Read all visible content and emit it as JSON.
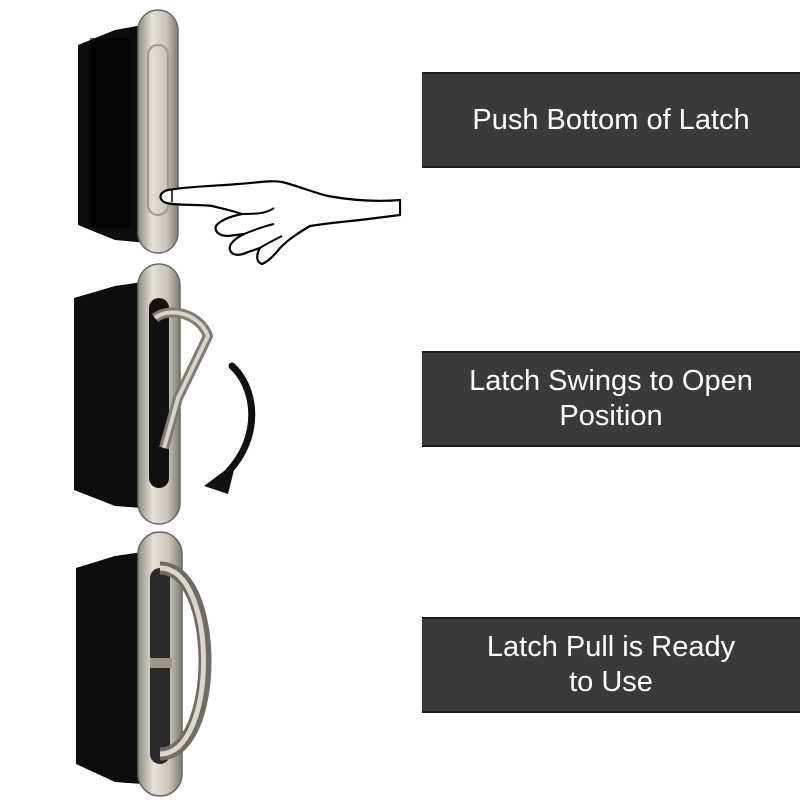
{
  "steps": [
    {
      "label": "Push Bottom of Latch"
    },
    {
      "label": "Latch Swings to Open\nPosition"
    },
    {
      "label": "Latch Pull is Ready\nto Use"
    }
  ],
  "colors": {
    "label_background": "#3a3a3a",
    "label_text": "#ffffff",
    "latch_metal": "#c9c6bd",
    "latch_body": "#0d0d0d",
    "arrow": "#111111"
  },
  "icons": [
    "finger-press-icon",
    "curved-arrow-icon"
  ]
}
